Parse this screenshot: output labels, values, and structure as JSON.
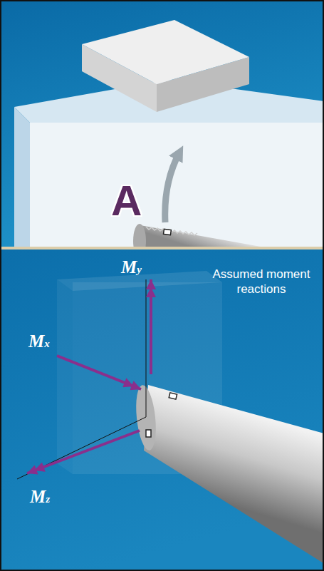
{
  "diagram": {
    "labels": [
      "A",
      "My",
      "Mx",
      "Mz",
      "Assumed moment reactions"
    ]
  }
}
